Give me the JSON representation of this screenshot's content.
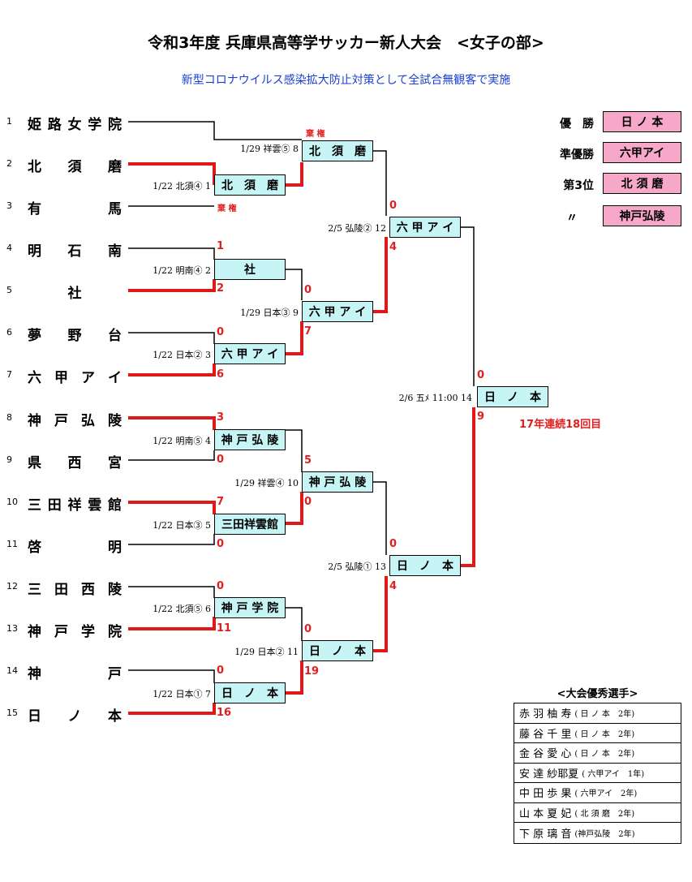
{
  "title": "令和3年度 兵庫県高等学サッカー新人大会　<女子の部>",
  "subtitle": "新型コロナウイルス感染拡大防止対策として全試合無観客で実施",
  "teams": [
    {
      "seed": "1",
      "name": "姫路女学院"
    },
    {
      "seed": "2",
      "name": "北須磨"
    },
    {
      "seed": "3",
      "name": "有馬"
    },
    {
      "seed": "4",
      "name": "明石南"
    },
    {
      "seed": "5",
      "name": "社"
    },
    {
      "seed": "6",
      "name": "夢野台"
    },
    {
      "seed": "7",
      "name": "六甲アイ"
    },
    {
      "seed": "8",
      "name": "神戸弘陵"
    },
    {
      "seed": "9",
      "name": "県西宮"
    },
    {
      "seed": "10",
      "name": "三田祥雲館"
    },
    {
      "seed": "11",
      "name": "啓明"
    },
    {
      "seed": "12",
      "name": "三田西陵"
    },
    {
      "seed": "13",
      "name": "神戸学院"
    },
    {
      "seed": "14",
      "name": "神戸"
    },
    {
      "seed": "15",
      "name": "日ノ本"
    }
  ],
  "matches": [
    {
      "info": "1/22 北須④ 1",
      "winner": "北　須　磨"
    },
    {
      "info": "1/22 明南④ 2",
      "winner": "社"
    },
    {
      "info": "1/22 日本② 3",
      "winner": "六 甲 ア イ"
    },
    {
      "info": "1/22 明南⑤ 4",
      "winner": "神 戸 弘 陵"
    },
    {
      "info": "1/22 日本③ 5",
      "winner": "三田祥雲館"
    },
    {
      "info": "1/22 北須⑤ 6",
      "winner": "神 戸 学 院"
    },
    {
      "info": "1/22 日本① 7",
      "winner": "日　ノ　本"
    },
    {
      "info": "1/29 祥雲⑤ 8",
      "winner": "北　須　磨"
    },
    {
      "info": "1/29 日本③ 9",
      "winner": "六 甲 ア イ"
    },
    {
      "info": "1/29 祥雲④ 10",
      "winner": "神 戸 弘 陵"
    },
    {
      "info": "1/29 日本② 11",
      "winner": "日　ノ　本"
    },
    {
      "info": "2/5 弘陵② 12",
      "winner": "六 甲 ア イ"
    },
    {
      "info": "2/5 弘陵① 13",
      "winner": "日　ノ　本"
    },
    {
      "info": "2/6 五ﾒ 11:00 14",
      "winner": "日　ノ　本"
    }
  ],
  "scores": {
    "m2_top": "1",
    "m2_bot": "2",
    "m3_top": "0",
    "m3_bot": "6",
    "m4_top": "3",
    "m4_bot": "0",
    "m5_top": "7",
    "m5_bot": "0",
    "m6_top": "0",
    "m6_bot": "11",
    "m7_top": "0",
    "m7_bot": "16",
    "m9_top": "0",
    "m9_bot": "7",
    "m10_top": "5",
    "m10_bot": "0",
    "m11_top": "0",
    "m11_bot": "19",
    "m12_top": "0",
    "m12_bot": "4",
    "m13_top": "0",
    "m13_bot": "4",
    "m14_top": "0",
    "m14_bot": "9"
  },
  "forfeit_label": "棄 権",
  "results": [
    {
      "label": "優　勝",
      "team": "日 ノ 本"
    },
    {
      "label": "準優勝",
      "team": "六甲アイ"
    },
    {
      "label": "第3位",
      "team": "北 須 磨"
    },
    {
      "label": "〃",
      "team": "神戸弘陵"
    }
  ],
  "streak": "17年連続18回目",
  "mvp_title": "<大会優秀選手>",
  "mvp": [
    {
      "name": "赤 羽 柚 寿",
      "team": "( 日 ノ 本　2年)"
    },
    {
      "name": "藤 谷 千 里",
      "team": "( 日 ノ 本　2年)"
    },
    {
      "name": "金 谷 愛 心",
      "team": "( 日 ノ 本　2年)"
    },
    {
      "name": "安 達 紗耶夏",
      "team": "( 六甲アイ　1年)"
    },
    {
      "name": "中 田 歩 果",
      "team": "( 六甲アイ　2年)"
    },
    {
      "name": "山 本 夏 妃",
      "team": "( 北 須 磨　2年)"
    },
    {
      "name": "下 原 璃 音",
      "team": "(神戸弘陵　2年)"
    }
  ]
}
